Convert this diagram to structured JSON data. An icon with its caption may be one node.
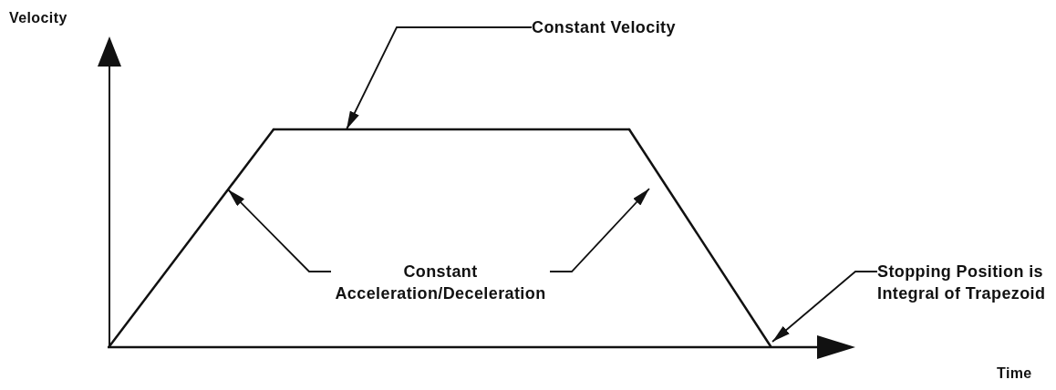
{
  "diagram": {
    "nodes": [
      {
        "text": [
          "Constant Velocity"
        ]
      },
      {
        "text": [
          "Constant Acceleration/Deceleration"
        ]
      },
      {
        "text": [
          "Stopping Position is Integral of Trapezoid"
        ]
      },
      {
        "text": [],
        "shape": "line"
      },
      {
        "text": [],
        "shape": "line"
      },
      {
        "text": [],
        "shape": "line"
      }
    ],
    "edges": [
      {
        "from": 0,
        "to": 4,
        "arrow": "to"
      },
      {
        "from": 1,
        "to": 3,
        "arrow": "to"
      },
      {
        "from": 1,
        "to": 5,
        "arrow": "to"
      },
      {
        "from": 2,
        "to": 5,
        "arrow": "to"
      }
    ],
    "labels": [
      "Velocity",
      "Time"
    ]
  }
}
